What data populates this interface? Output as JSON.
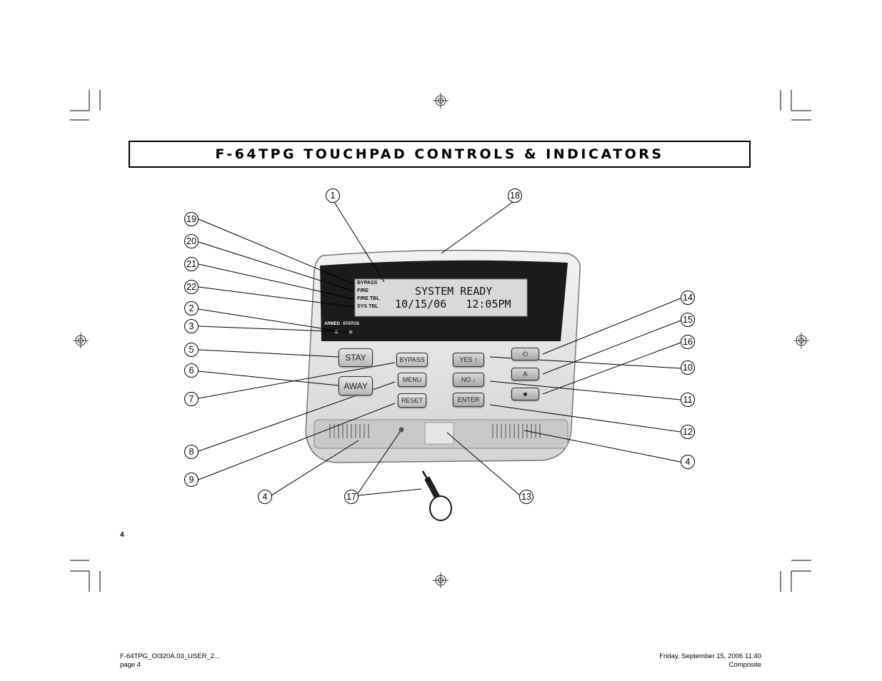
{
  "title": "F-64TPG TOUCHPAD CONTROLS & INDICATORS",
  "lcd": {
    "line1": "SYSTEM READY",
    "line2": "10/15/06   12:05PM"
  },
  "indicators": {
    "bypass": "BYPASS",
    "fire": "FIRE",
    "fire_tbl": "FIRE TBL",
    "sys_tbl": "SYS TBL",
    "armed": "ARMED",
    "status": "STATUS"
  },
  "keys": {
    "stay": "STAY",
    "away": "AWAY",
    "bypass": "BYPASS",
    "menu": "MENU",
    "reset": "RESET",
    "yes": "YES ↑",
    "no": "NO ↓",
    "enter": "ENTER",
    "power_icon": "⏻",
    "a": "A",
    "shield_icon": "■"
  },
  "callouts": [
    "1",
    "18",
    "19",
    "20",
    "21",
    "22",
    "2",
    "3",
    "5",
    "6",
    "7",
    "8",
    "9",
    "4",
    "17",
    "13",
    "14",
    "15",
    "16",
    "10",
    "11",
    "12",
    "4"
  ],
  "page_number": "4",
  "footer": {
    "left_line1": "F-64TPG_OI320A.03_USER_2...",
    "left_line2": "page 4",
    "right_line1": "Friday, September 15, 2006 11:40",
    "right_line2": "Composite"
  }
}
